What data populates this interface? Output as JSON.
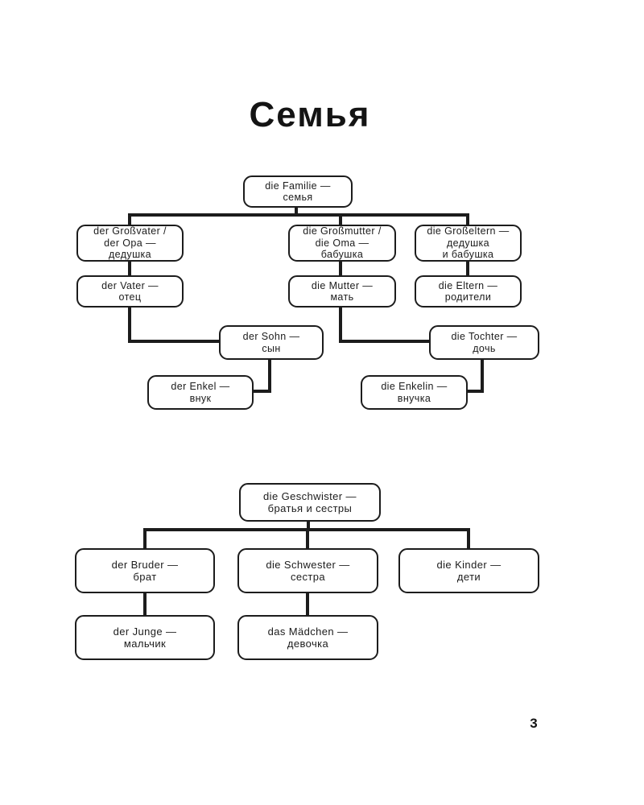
{
  "page": {
    "title": "Семья",
    "page_number": "3"
  },
  "tree1": {
    "nodes": {
      "familie": {
        "lines": [
          "die Familie —",
          "семья"
        ]
      },
      "grossvater": {
        "lines": [
          "der Großvater /",
          "der Opa —",
          "дедушка"
        ]
      },
      "grossmutter": {
        "lines": [
          "die Großmutter /",
          "die Oma —",
          "бабушка"
        ]
      },
      "grosseltern": {
        "lines": [
          "die Großeltern —",
          "дедушка",
          "и бабушка"
        ]
      },
      "vater": {
        "lines": [
          "der Vater —",
          "отец"
        ]
      },
      "mutter": {
        "lines": [
          "die Mutter —",
          "мать"
        ]
      },
      "eltern": {
        "lines": [
          "die Eltern —",
          "родители"
        ]
      },
      "sohn": {
        "lines": [
          "der Sohn —",
          "сын"
        ]
      },
      "tochter": {
        "lines": [
          "die Tochter —",
          "дочь"
        ]
      },
      "enkel": {
        "lines": [
          "der Enkel —",
          "внук"
        ]
      },
      "enkelin": {
        "lines": [
          "die Enkelin —",
          "внучка"
        ]
      }
    }
  },
  "tree2": {
    "nodes": {
      "geschwister": {
        "lines": [
          "die Geschwister —",
          "братья и сестры"
        ]
      },
      "bruder": {
        "lines": [
          "der Bruder —",
          "брат"
        ]
      },
      "schwester": {
        "lines": [
          "die Schwester —",
          "сестра"
        ]
      },
      "kinder": {
        "lines": [
          "die Kinder —",
          "дети"
        ]
      },
      "junge": {
        "lines": [
          "der Junge —",
          "мальчик"
        ]
      },
      "maedchen": {
        "lines": [
          "das Mädchen —",
          "девочка"
        ]
      }
    }
  },
  "colors": {
    "line": "#1c1c1c",
    "background": "#ffffff"
  }
}
